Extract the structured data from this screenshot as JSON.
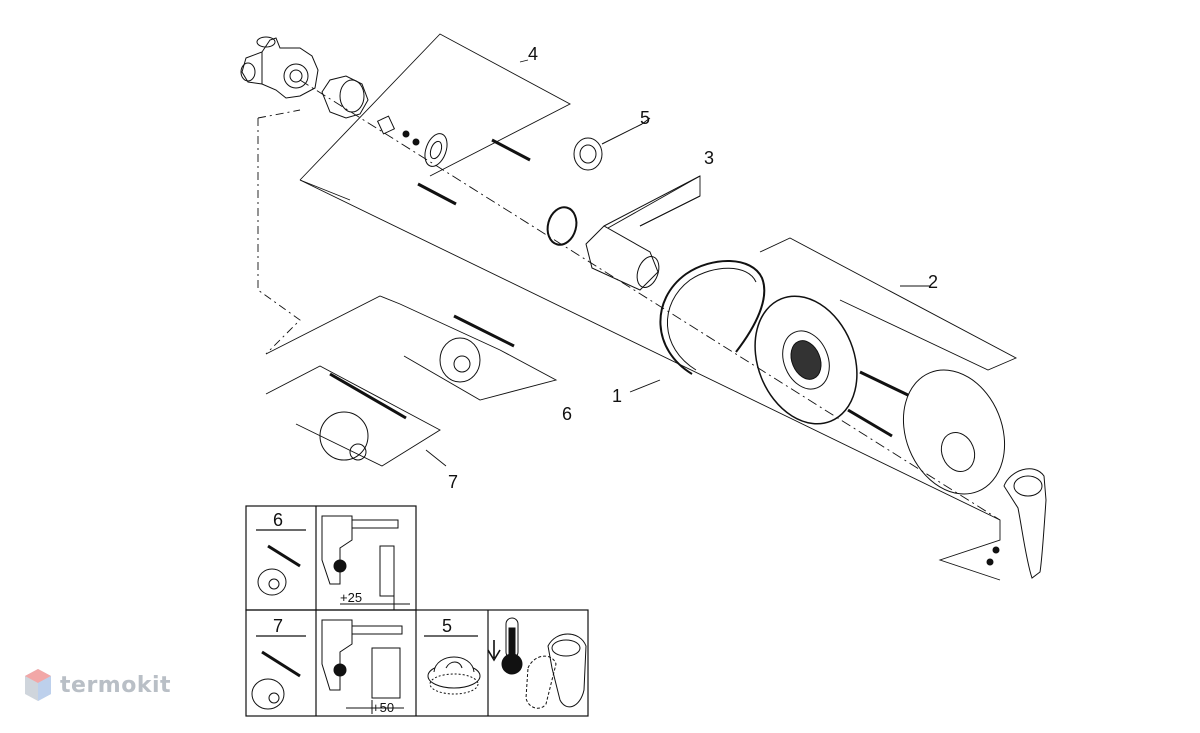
{
  "callouts": {
    "c1": "1",
    "c2": "2",
    "c3": "3",
    "c4": "4",
    "c5": "5",
    "c6": "6",
    "c7": "7"
  },
  "legend": {
    "cell6_number": "6",
    "cell7_number": "7",
    "cell5_number": "5",
    "dim_25": "+25",
    "dim_50": "+50"
  },
  "watermark": {
    "text": "termokit",
    "color": "#b9bfc6",
    "accent": "#f2a7a7"
  }
}
